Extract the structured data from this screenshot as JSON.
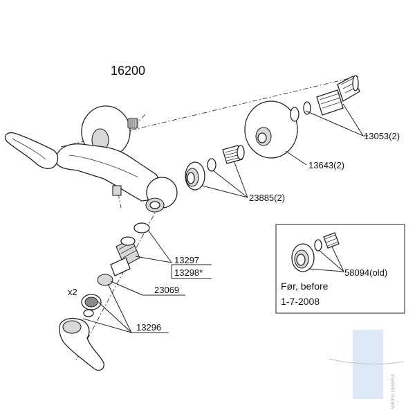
{
  "diagram": {
    "title": "16200",
    "labels": {
      "p13053": "13053(2)",
      "p13643": "13643(2)",
      "p23885": "23885(2)",
      "p13297": "13297",
      "p13298": "13298*",
      "p23069": "23069",
      "p13296": "13296",
      "qty_x2": "x2"
    },
    "inset": {
      "part": "58094(old)",
      "note_line1": "Før, before",
      "note_line2": "1-7-2008"
    },
    "watermark": "vanno rasseui"
  }
}
